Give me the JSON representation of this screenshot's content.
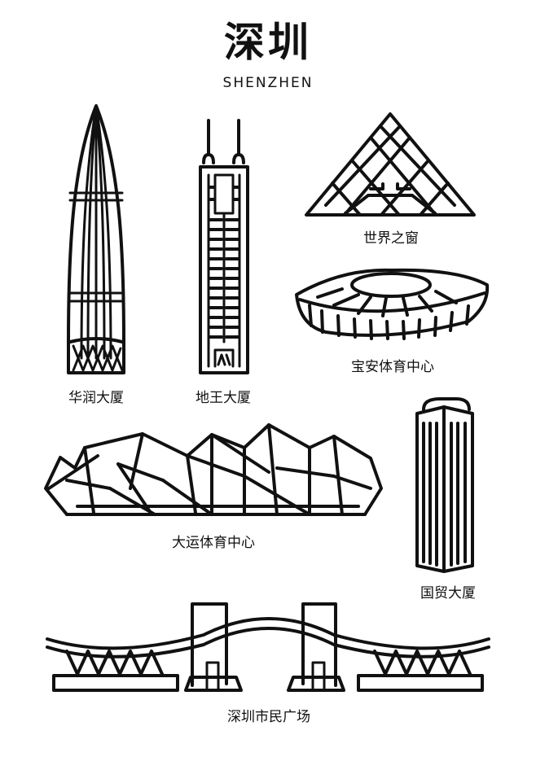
{
  "header": {
    "title": "深圳",
    "subtitle": "SHENZHEN"
  },
  "landmarks": [
    {
      "id": "china-resources-tower",
      "label": "华润大厦"
    },
    {
      "id": "diwang-tower",
      "label": "地王大厦"
    },
    {
      "id": "window-of-the-world",
      "label": "世界之窗"
    },
    {
      "id": "baoan-stadium",
      "label": "宝安体育中心"
    },
    {
      "id": "universiade-center",
      "label": "大运体育中心"
    },
    {
      "id": "international-trade-center",
      "label": "国贸大厦"
    },
    {
      "id": "civic-center",
      "label": "深圳市民广场"
    }
  ],
  "colors": {
    "line": "#111111",
    "background": "#ffffff"
  }
}
